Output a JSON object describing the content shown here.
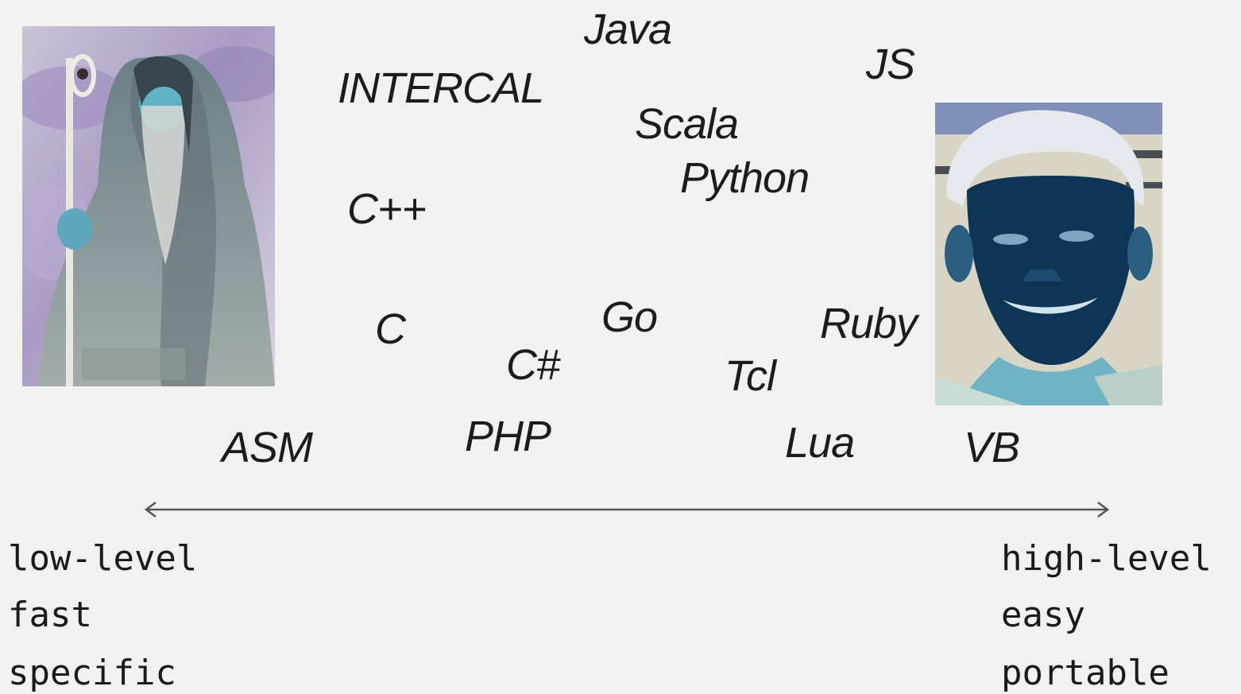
{
  "languages": {
    "java": "Java",
    "js": "JS",
    "intercal": "INTERCAL",
    "scala": "Scala",
    "python": "Python",
    "cpp": "C++",
    "go": "Go",
    "ruby": "Ruby",
    "c": "C",
    "csharp": "C#",
    "tcl": "Tcl",
    "asm": "ASM",
    "php": "PHP",
    "lua": "Lua",
    "vb": "VB"
  },
  "low_end": [
    "low-level",
    "fast",
    "specific"
  ],
  "high_end": [
    "high-level",
    "easy",
    "portable"
  ],
  "images": {
    "left": "wizard-portrait",
    "right": "smiling-boy-portrait"
  },
  "colors": {
    "background": "#f1f1f1",
    "text": "#1c1c1c",
    "axis": "#555555"
  }
}
